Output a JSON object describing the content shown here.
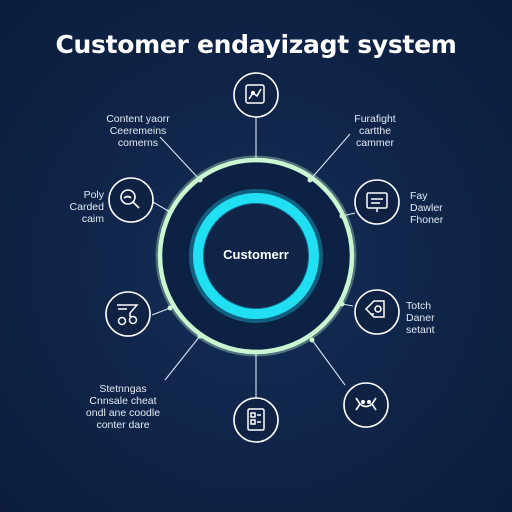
{
  "title": "Customer endayizagt system",
  "center_label": "Customerr",
  "colors": {
    "background": "#0f2243",
    "outer_ring": "#c9f5cf",
    "inner_ring": "#1ed8ef",
    "connector": "#d9e6f2",
    "node_stroke": "#ffffff"
  },
  "nodes": [
    {
      "id": "top",
      "icon": "report-chart-icon",
      "label": []
    },
    {
      "id": "top-left",
      "icon": "",
      "label": [
        "Content yaorr",
        "Ceeremeins",
        "comerns"
      ]
    },
    {
      "id": "top-right",
      "icon": "",
      "label": [
        "Furafight",
        "cartthe",
        "cammer"
      ]
    },
    {
      "id": "left-upper",
      "icon": "magnifier-icon",
      "label": [
        "Poly",
        "Carded",
        "caim"
      ]
    },
    {
      "id": "right-upper",
      "icon": "monitor-chart-icon",
      "label": [
        "Fay",
        "Dawler",
        "Fhoner"
      ]
    },
    {
      "id": "left-lower",
      "icon": "funnel-coins-icon",
      "label": []
    },
    {
      "id": "right-lower",
      "icon": "cash-ticket-icon",
      "label": [
        "Totch",
        "Daner",
        "setant"
      ]
    },
    {
      "id": "bottom-left",
      "icon": "",
      "label": [
        "Stetnngas",
        "Cnnsale cheat",
        "ondl ane coodle",
        "conter dare"
      ]
    },
    {
      "id": "bottom",
      "icon": "document-list-icon",
      "label": []
    },
    {
      "id": "bottom-right",
      "icon": "handshake-icon",
      "label": []
    }
  ]
}
